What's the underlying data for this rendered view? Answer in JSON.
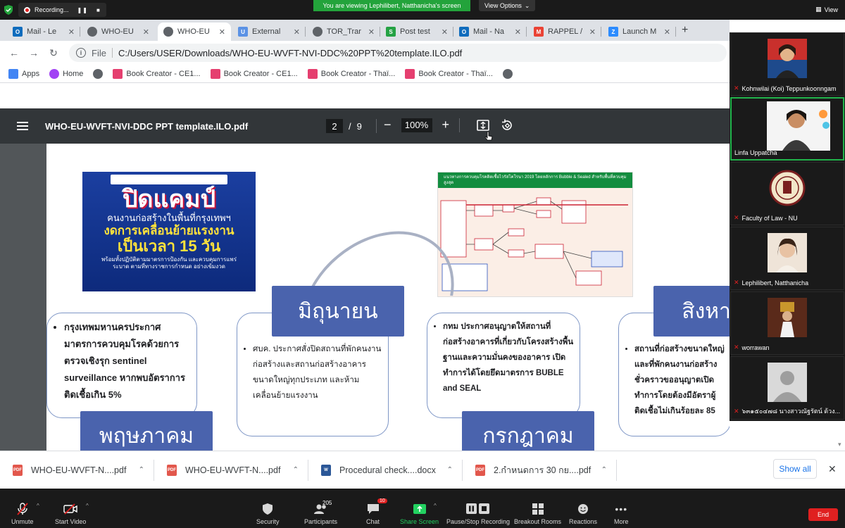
{
  "zoom_top": {
    "recording_label": "Recording...",
    "viewing_text": "You are viewing Lephilibert, Natthanicha's screen",
    "view_options": "View Options",
    "view_label": "View"
  },
  "tabs": [
    {
      "label": "Mail - Le",
      "icon": "outlook-icon",
      "color": "#0f6cbd"
    },
    {
      "label": "WHO-EU",
      "icon": "globe-icon",
      "color": "#5f6368"
    },
    {
      "label": "WHO-EU",
      "icon": "globe-icon",
      "color": "#5f6368"
    },
    {
      "label": "External",
      "icon": "un-icon",
      "color": "#5b92e5"
    },
    {
      "label": "TOR_Trar",
      "icon": "globe-icon",
      "color": "#5f6368"
    },
    {
      "label": "Post test",
      "icon": "s-icon",
      "color": "#25a244"
    },
    {
      "label": "Mail - Na",
      "icon": "outlook-icon",
      "color": "#0f6cbd"
    },
    {
      "label": "RAPPEL /",
      "icon": "gmail-icon",
      "color": "#ea4335"
    },
    {
      "label": "Launch M",
      "icon": "zoom-icon",
      "color": "#2d8cff"
    }
  ],
  "omnibox": {
    "file_label": "File",
    "url": "C:/Users/USER/Downloads/WHO-EU-WVFT-NVI-DDC%20PPT%20template.ILO.pdf"
  },
  "bookmarks": [
    {
      "label": "Apps",
      "icon": "apps-icon"
    },
    {
      "label": "Home",
      "icon": "home-icon"
    },
    {
      "label": "",
      "icon": "globe-icon"
    },
    {
      "label": "Book Creator - CE1...",
      "icon": "bookcreator-icon"
    },
    {
      "label": "Book Creator - CE1...",
      "icon": "bookcreator-icon"
    },
    {
      "label": "Book Creator - Thaï...",
      "icon": "bookcreator-icon"
    },
    {
      "label": "Book Creator - Thaï...",
      "icon": "bookcreator-icon"
    },
    {
      "label": "",
      "icon": "globe-icon"
    }
  ],
  "pdf": {
    "title": "WHO-EU-WVFT-NVI-DDC PPT template.ILO.pdf",
    "page_current": "2",
    "page_sep": "/",
    "page_total": "9",
    "zoom": "100%"
  },
  "slide": {
    "poster": {
      "headline": "ปิดแคมป์",
      "line1": "คนงานก่อสร้างในพื้นที่กรุงเทพฯ",
      "line2": "งดการเคลื่อนย้ายแรงงาน",
      "line3": "เป็นเวลา 15 วัน",
      "line4": "พร้อมทั้งปฏิบัติตามมาตรการป้องกัน และควบคุมการแพร่ระบาด ตามที่ทางราชการกำหนด อย่างเข้มงวด"
    },
    "flow_header": "แนวทางการควบคุมโรคติดเชื้อไวรัสโคโรนา 2019 โดยหลักการ Bubble & Sealed สำหรับพื้นที่ควบคุมสูงสุด",
    "box1": "กรุงเทพมหานครประกาศมาตรการควบคุมโรคด้วยการตรวจเชิงรุก sentinel surveillance หากพบอัตราการติดเชื้อเกิน 5%",
    "box2": "ศบค. ประกาศสั่งปิดสถานที่พักคนงานก่อสร้างและสถานก่อสร้างอาคารขนาดใหญ่ทุกประเภท และห้ามเคลื่อนย้ายแรงงาน",
    "box3": "กทม ประกาศอนุญาตให้สถานที่ก่อสร้างอาคารที่เกี่ยวกับโครงสร้างพื้นฐานและความมั่นคงของอาคาร เปิดทำการได้โดยยึดมาตรการ BUBLE and SEAL",
    "box4": "สถานที่ก่อสร้างขนาดใหญ่และที่พักคนงานก่อสร้างชั่วคราวขออนุญาตเปิดทำการโดยต้องมีอัตราผู้ติดเชื้อไม่เกินร้อยละ 85",
    "months": [
      "พฤษภาคม",
      "มิถุนายน",
      "กรกฎาคม",
      "สิงหาคม"
    ]
  },
  "participants": [
    {
      "name": "Kohnwilai (Koi) Teppunkoonngam",
      "muted": true
    },
    {
      "name": "Linfa Uppatcha",
      "muted": false
    },
    {
      "name": "Faculty of Law - NU",
      "muted": true
    },
    {
      "name": "Lephilibert, Natthanicha",
      "muted": true
    },
    {
      "name": "worrawan",
      "muted": true
    },
    {
      "name": "๖๓๑๕๐๔๗๘ นางสาวณัฐรัตน์ ด้วง...",
      "muted": true
    }
  ],
  "downloads": [
    {
      "name": "WHO-EU-WVFT-N....pdf",
      "type": "PDF",
      "color": "#e2574c"
    },
    {
      "name": "WHO-EU-WVFT-N....pdf",
      "type": "PDF",
      "color": "#e2574c"
    },
    {
      "name": "Procedural check....docx",
      "type": "W",
      "color": "#2b5797"
    },
    {
      "name": "2.กำหนดการ 30 กย....pdf",
      "type": "PDF",
      "color": "#e2574c"
    }
  ],
  "downloads_show_all": "Show all",
  "zoom_controls": {
    "unmute": "Unmute",
    "start_video": "Start Video",
    "security": "Security",
    "participants": "Participants",
    "participants_count": "205",
    "chat": "Chat",
    "chat_badge": "10",
    "share_screen": "Share Screen",
    "pause_recording": "Pause/Stop Recording",
    "breakout": "Breakout Rooms",
    "reactions": "Reactions",
    "more": "More",
    "end": "End"
  }
}
